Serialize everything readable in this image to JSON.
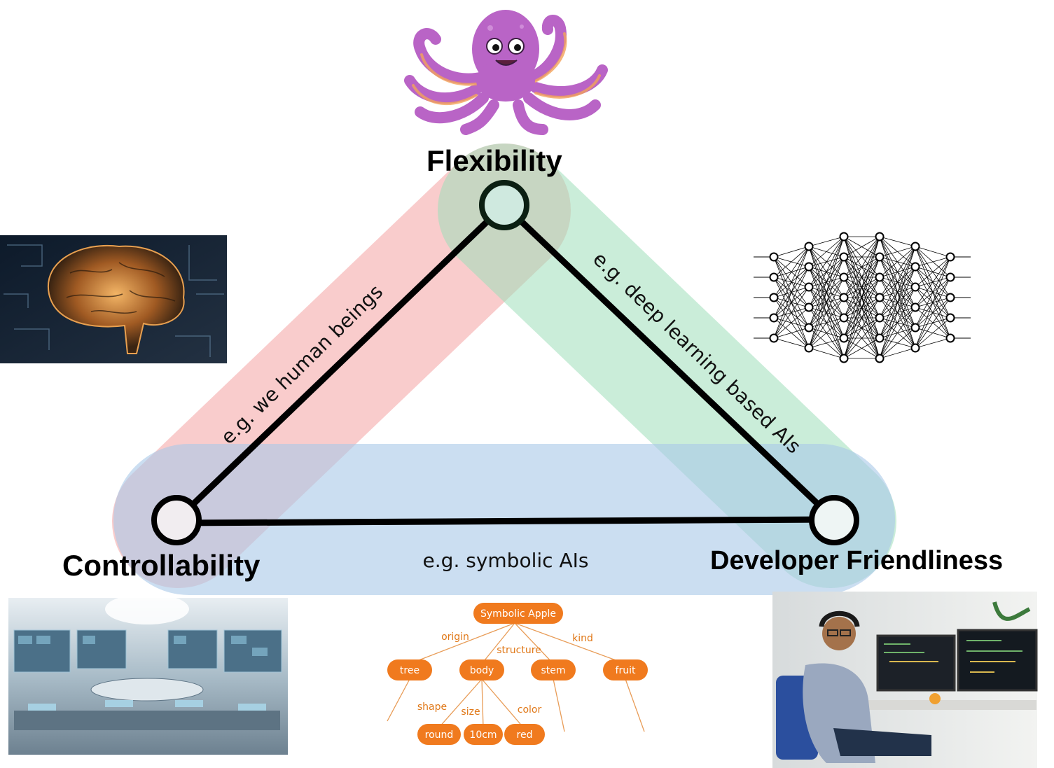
{
  "vertices": {
    "top": "Flexibility",
    "left": "Controllability",
    "right": "Developer Friendliness"
  },
  "edges": {
    "left": "e.g. we human beings",
    "right": "e.g. deep learning based AIs",
    "bottom": "e.g. symbolic AIs"
  },
  "tree": {
    "root": "Symbolic Apple",
    "relations": [
      "origin",
      "structure",
      "kind"
    ],
    "children": [
      "tree",
      "body",
      "stem",
      "fruit"
    ],
    "sub_relations": [
      "shape",
      "size",
      "color"
    ],
    "leaves": [
      "round",
      "10cm",
      "red"
    ]
  },
  "colors": {
    "red_band": "#f4a3a3",
    "green_band": "#9fdfb9",
    "blue_band": "#a9c8e8",
    "node_accent": "#f07a1e",
    "octopus": "#b964c6"
  },
  "icons": {
    "top": "octopus-illustration",
    "left_upper": "circuit-brain-image",
    "left_lower": "control-room-image",
    "right_upper": "neural-network-icon",
    "right_lower": "developer-photo"
  }
}
